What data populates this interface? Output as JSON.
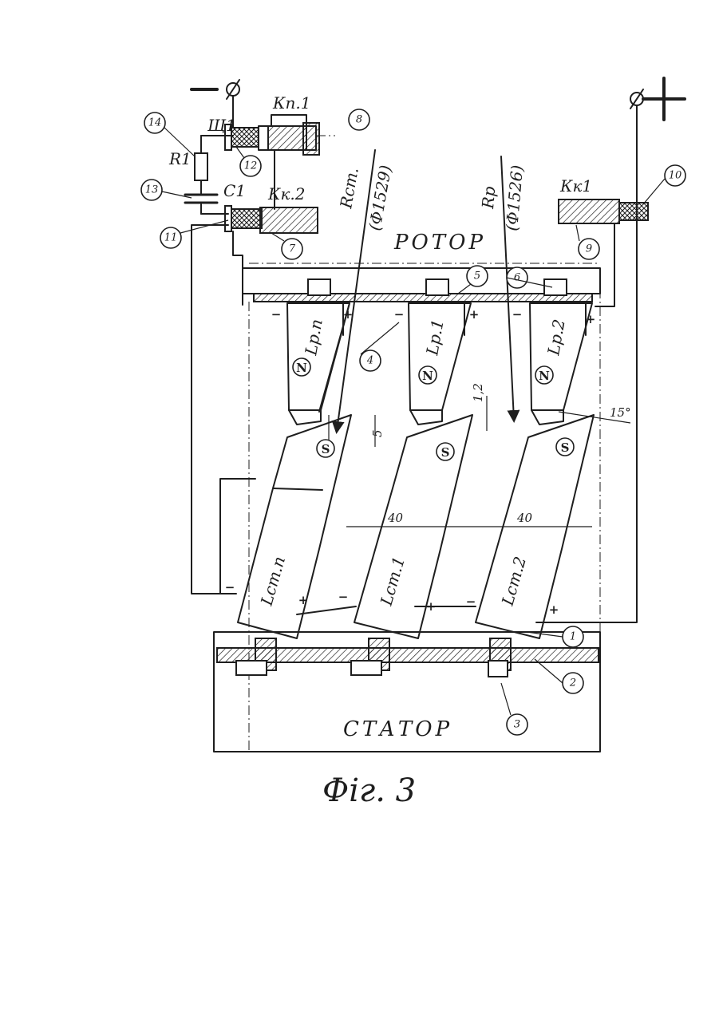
{
  "figure": {
    "caption": "Фіг. 3",
    "rotor_label": "РОТОР",
    "stator_label": "СТАТОР",
    "terminals": {
      "minus": "−",
      "plus": "+"
    },
    "brush_label": "Щ1",
    "resistor_label": "R1",
    "capacitor_label": "C1",
    "rings": {
      "kp1": "Кп.1",
      "kk2": "Кк.2",
      "kk1": "Кк1"
    },
    "radius_labels": {
      "stator_r": "Rст.",
      "stator_d": "(Φ1529)",
      "rotor_r": "Rр",
      "rotor_d": "(Φ1526)"
    },
    "rotor_coils": [
      "Lр.п",
      "Lр.1",
      "Lр.2"
    ],
    "stator_coils": [
      "Lст.п",
      "Lст.1",
      "Lст.2"
    ],
    "poles": {
      "north": "N",
      "south": "S"
    },
    "dimensions": {
      "gap5": "5",
      "gap12": "1,2",
      "pitch": "40",
      "angle": "15°"
    },
    "callouts": [
      "1",
      "2",
      "3",
      "4",
      "5",
      "6",
      "7",
      "8",
      "9",
      "10",
      "11",
      "12",
      "13",
      "14"
    ]
  }
}
